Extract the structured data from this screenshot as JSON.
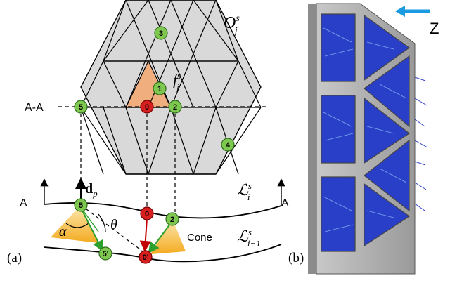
{
  "panel_a": {
    "caption": "(a)",
    "grid_label": "O",
    "grid_label_sup": "s",
    "grid_label_sub": "j",
    "face_label": "f",
    "face_label_sup": "s",
    "face_label_sub": "j",
    "section_label": "A-A",
    "layer_upper": "ℒ",
    "layer_upper_sup": "s",
    "layer_upper_sub": "i",
    "layer_lower": "ℒ",
    "layer_lower_sup": "s",
    "layer_lower_sub": "i−1",
    "cut_left": "A",
    "cut_right": "A",
    "dir_label": "d",
    "dir_label_sub": "p",
    "cone_label": "Cone",
    "alpha": "α",
    "theta": "θ",
    "nodes": {
      "n1": "1",
      "n2": "2",
      "n3": "3",
      "n4": "4",
      "n5": "5",
      "n0": "0",
      "b5": "5",
      "b0": "0",
      "b2": "2",
      "b5p": "5'",
      "b0p": "0'"
    },
    "colors": {
      "green": "#7ec850",
      "red": "#d62020",
      "face": "#f0ad7d",
      "tri": "#d9d9d9",
      "cone": "#f7b733"
    }
  },
  "panel_b": {
    "caption": "(b)",
    "axis_label": "Z",
    "arrow_color": "#1a9ae0"
  }
}
